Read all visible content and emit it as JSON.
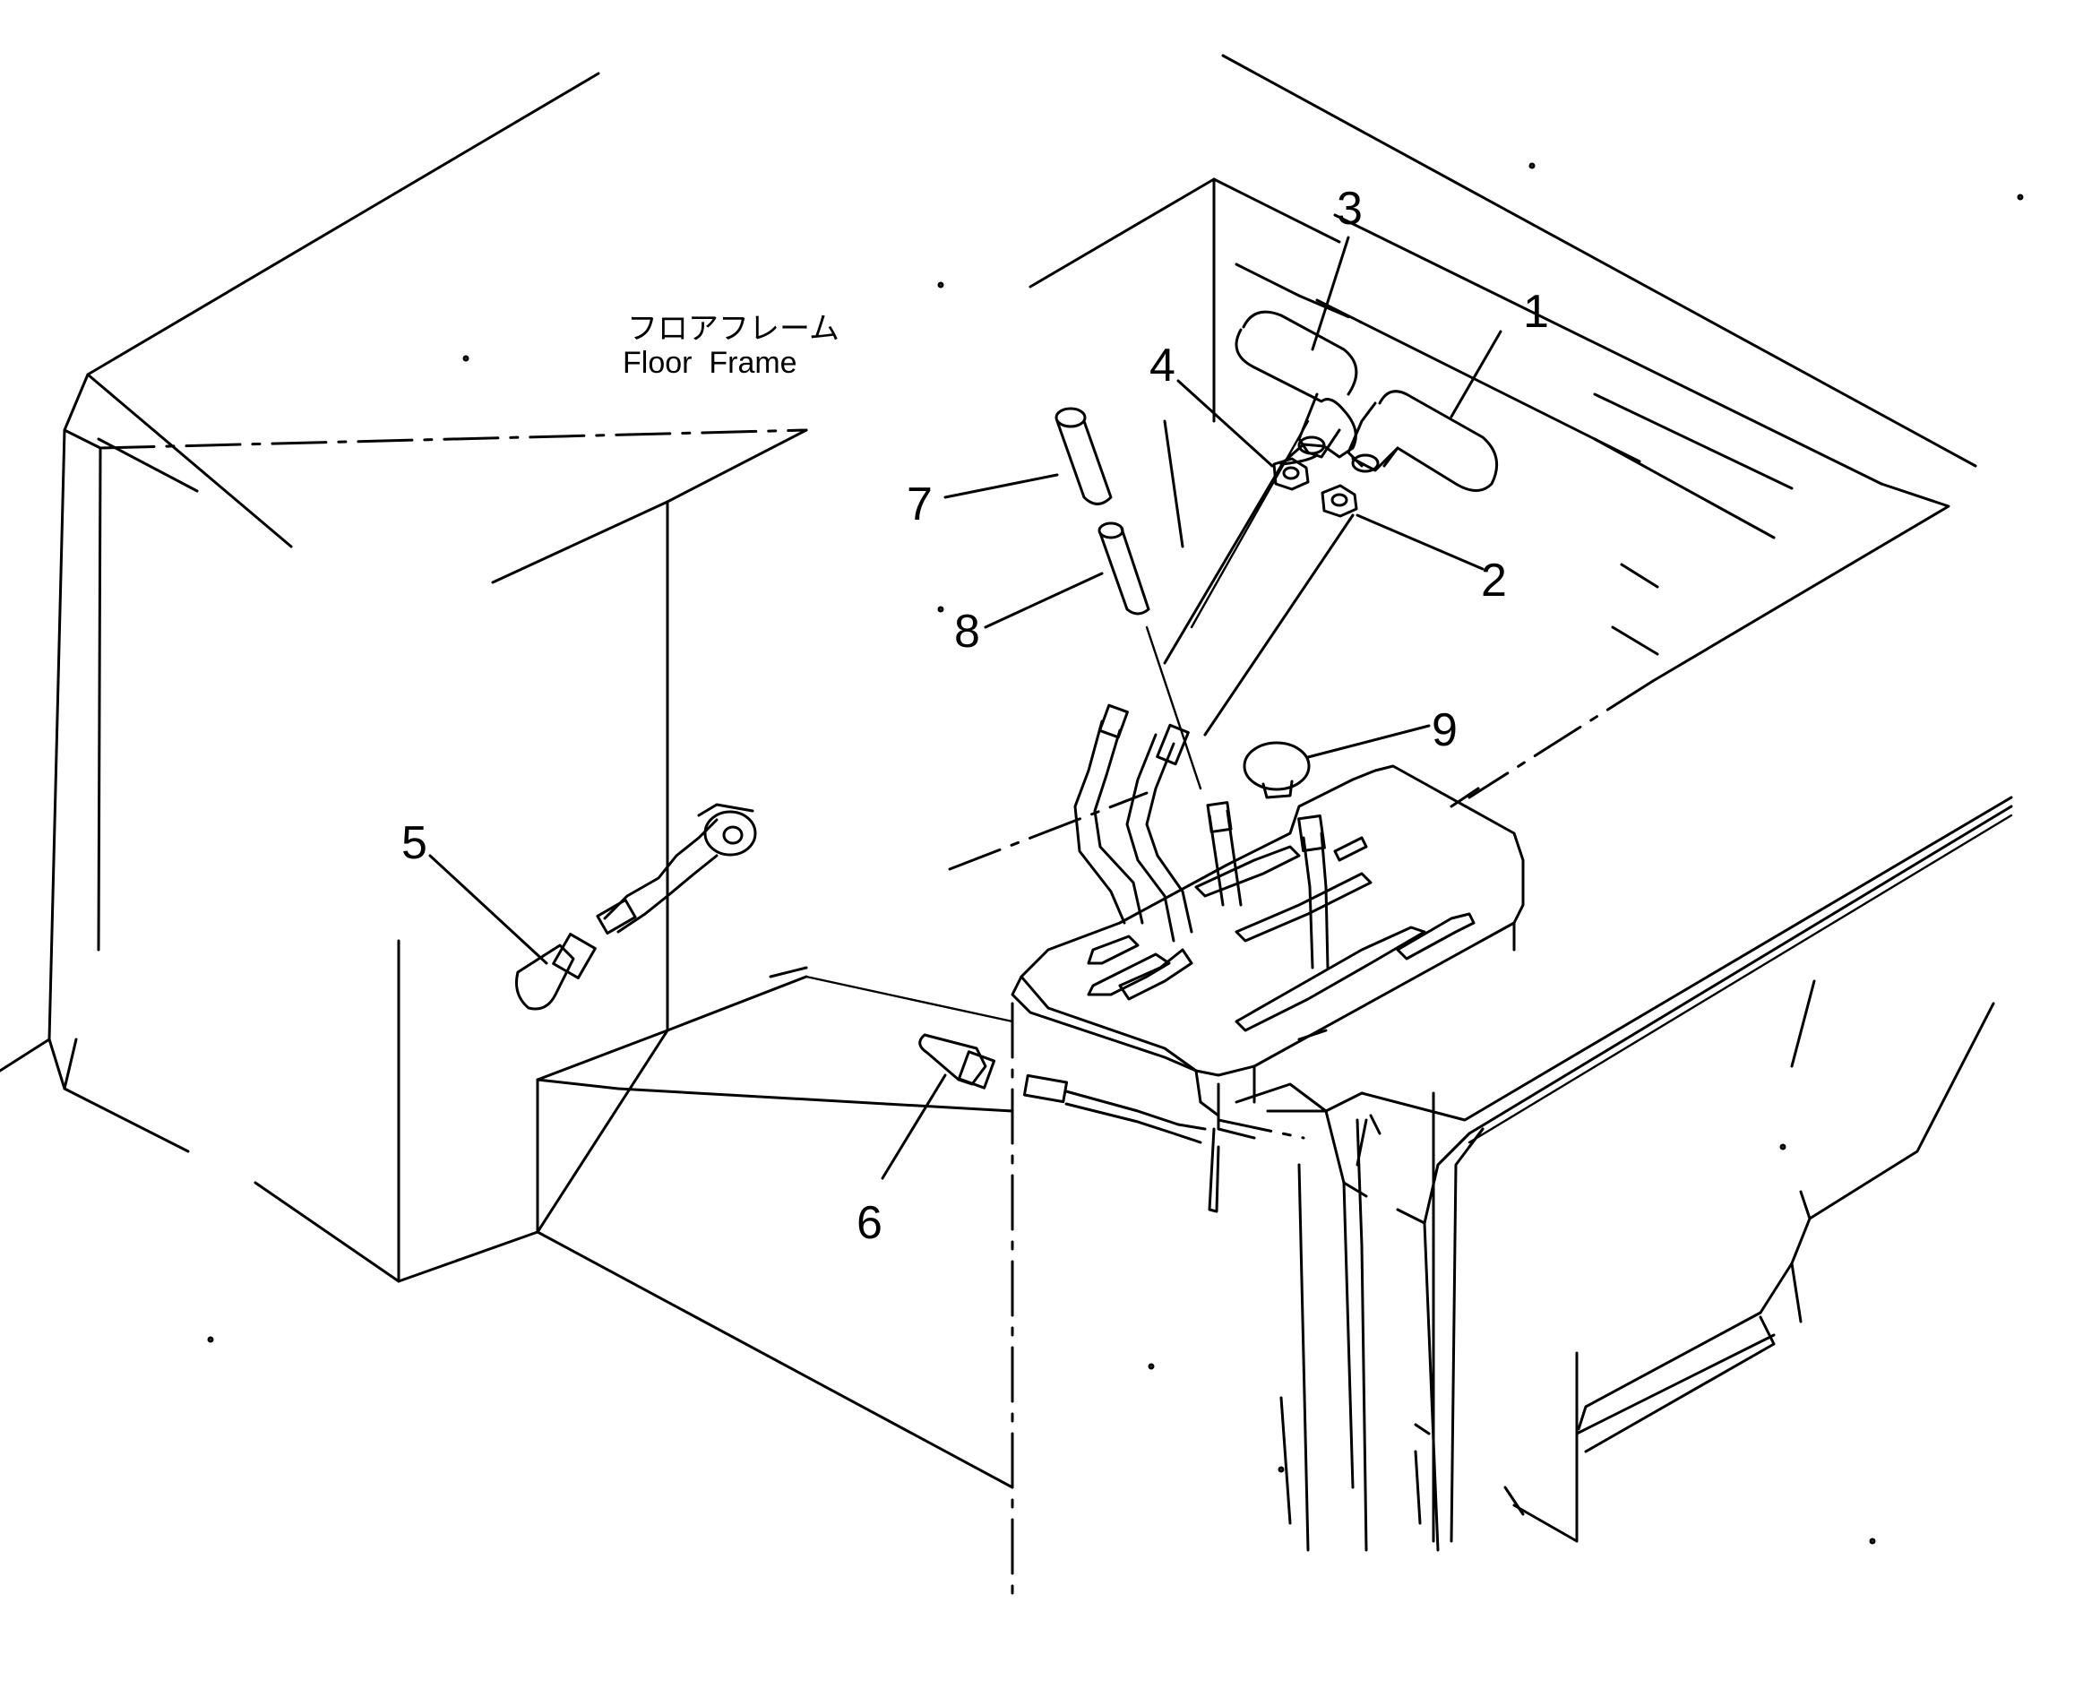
{
  "frame_label": {
    "jp": "フロアフレーム",
    "en": "Floor  Frame"
  },
  "callouts": [
    "1",
    "2",
    "3",
    "4",
    "5",
    "6",
    "7",
    "8",
    "9"
  ]
}
